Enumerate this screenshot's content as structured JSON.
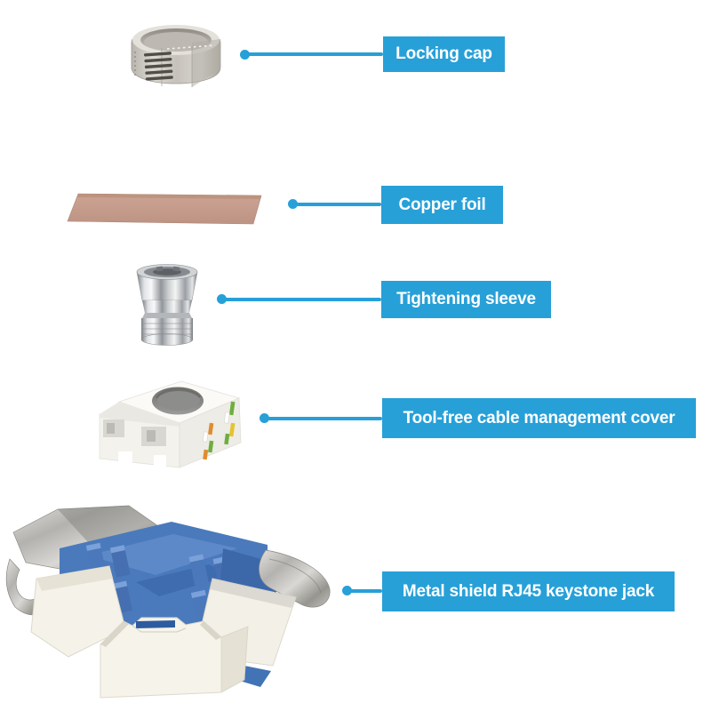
{
  "colors": {
    "accent_blue": "#27a0d8",
    "label_text": "#ffffff",
    "background": "#ffffff",
    "copper": "#c79c8e",
    "metal_silver": "#c6c3bd",
    "chrome": "#d8dadc",
    "plastic_blue": "#4a7abc",
    "plastic_white": "#f5f2e9"
  },
  "parts": [
    {
      "icon": "locking-cap-icon",
      "label": "Locking cap"
    },
    {
      "icon": "copper-foil-icon",
      "label": "Copper foil"
    },
    {
      "icon": "tightening-sleeve-icon",
      "label": "Tightening sleeve"
    },
    {
      "icon": "cable-management-cover-icon",
      "label": "Tool-free cable management cover"
    },
    {
      "icon": "keystone-jack-icon",
      "label": "Metal shield RJ45 keystone jack"
    }
  ]
}
